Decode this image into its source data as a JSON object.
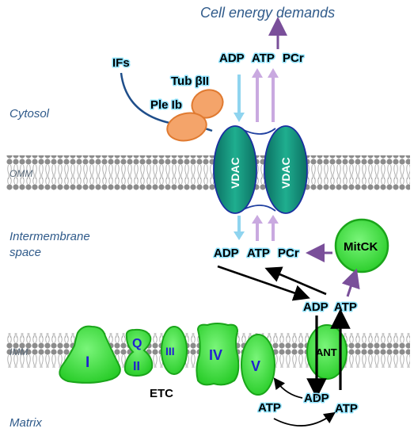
{
  "labels": {
    "cell_energy_demands": "Cell energy demands",
    "cytosol": "Cytosol",
    "omm": "OMM",
    "intermembrane_line1": "Intermembrane",
    "intermembrane_line2": "space",
    "imm": "IMM",
    "matrix": "Matrix",
    "etc": "ETC",
    "ifs": "IFs",
    "tub_bii": "Tub βII",
    "ple_ib": "Ple Ib"
  },
  "proteins": {
    "vdac_left": "VDAC",
    "vdac_right": "VDAC",
    "mitck": "MitCK",
    "ant": "ANT",
    "complex_i": "I",
    "complex_q": "Q",
    "complex_ii": "II",
    "complex_iii": "III",
    "complex_iv": "IV",
    "complex_v": "V"
  },
  "metabolites": {
    "cyto_adp": "ADP",
    "cyto_atp": "ATP",
    "cyto_pcr": "PCr",
    "ims_adp": "ADP",
    "ims_atp": "ATP",
    "ims_pcr": "PCr",
    "ant_adp": "ADP",
    "ant_atp": "ATP",
    "matrix_adp": "ADP",
    "matrix_atp_left": "ATP",
    "matrix_atp_right": "ATP"
  },
  "colors": {
    "green_fill": "#3ee03e",
    "green_stroke": "#1aa51a",
    "vdac_teal": "#0f8f7a",
    "orange": "#f4a46a",
    "purple_arrow": "#7a4f9a",
    "light_blue_arrow": "#8fd4ef",
    "light_purple_arrow": "#c9a9e0",
    "membrane_gray": "#9a9a9a"
  }
}
